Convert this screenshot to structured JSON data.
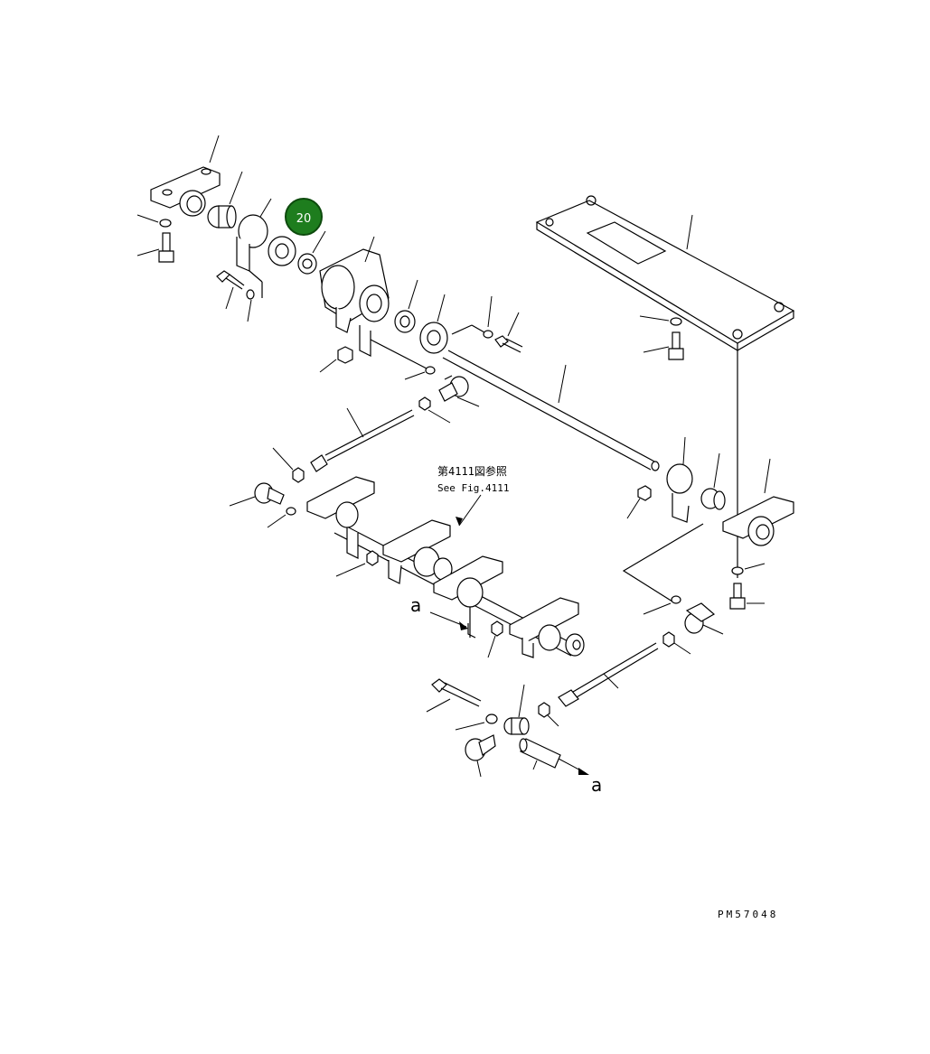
{
  "callout": {
    "label": "20",
    "color": "#1e7d1e"
  },
  "reference": {
    "jp": "第4111図参照",
    "en": "See Fig.4111"
  },
  "view_marks": {
    "a_left": "a",
    "a_right": "a"
  },
  "drawing_number": "PM57048"
}
